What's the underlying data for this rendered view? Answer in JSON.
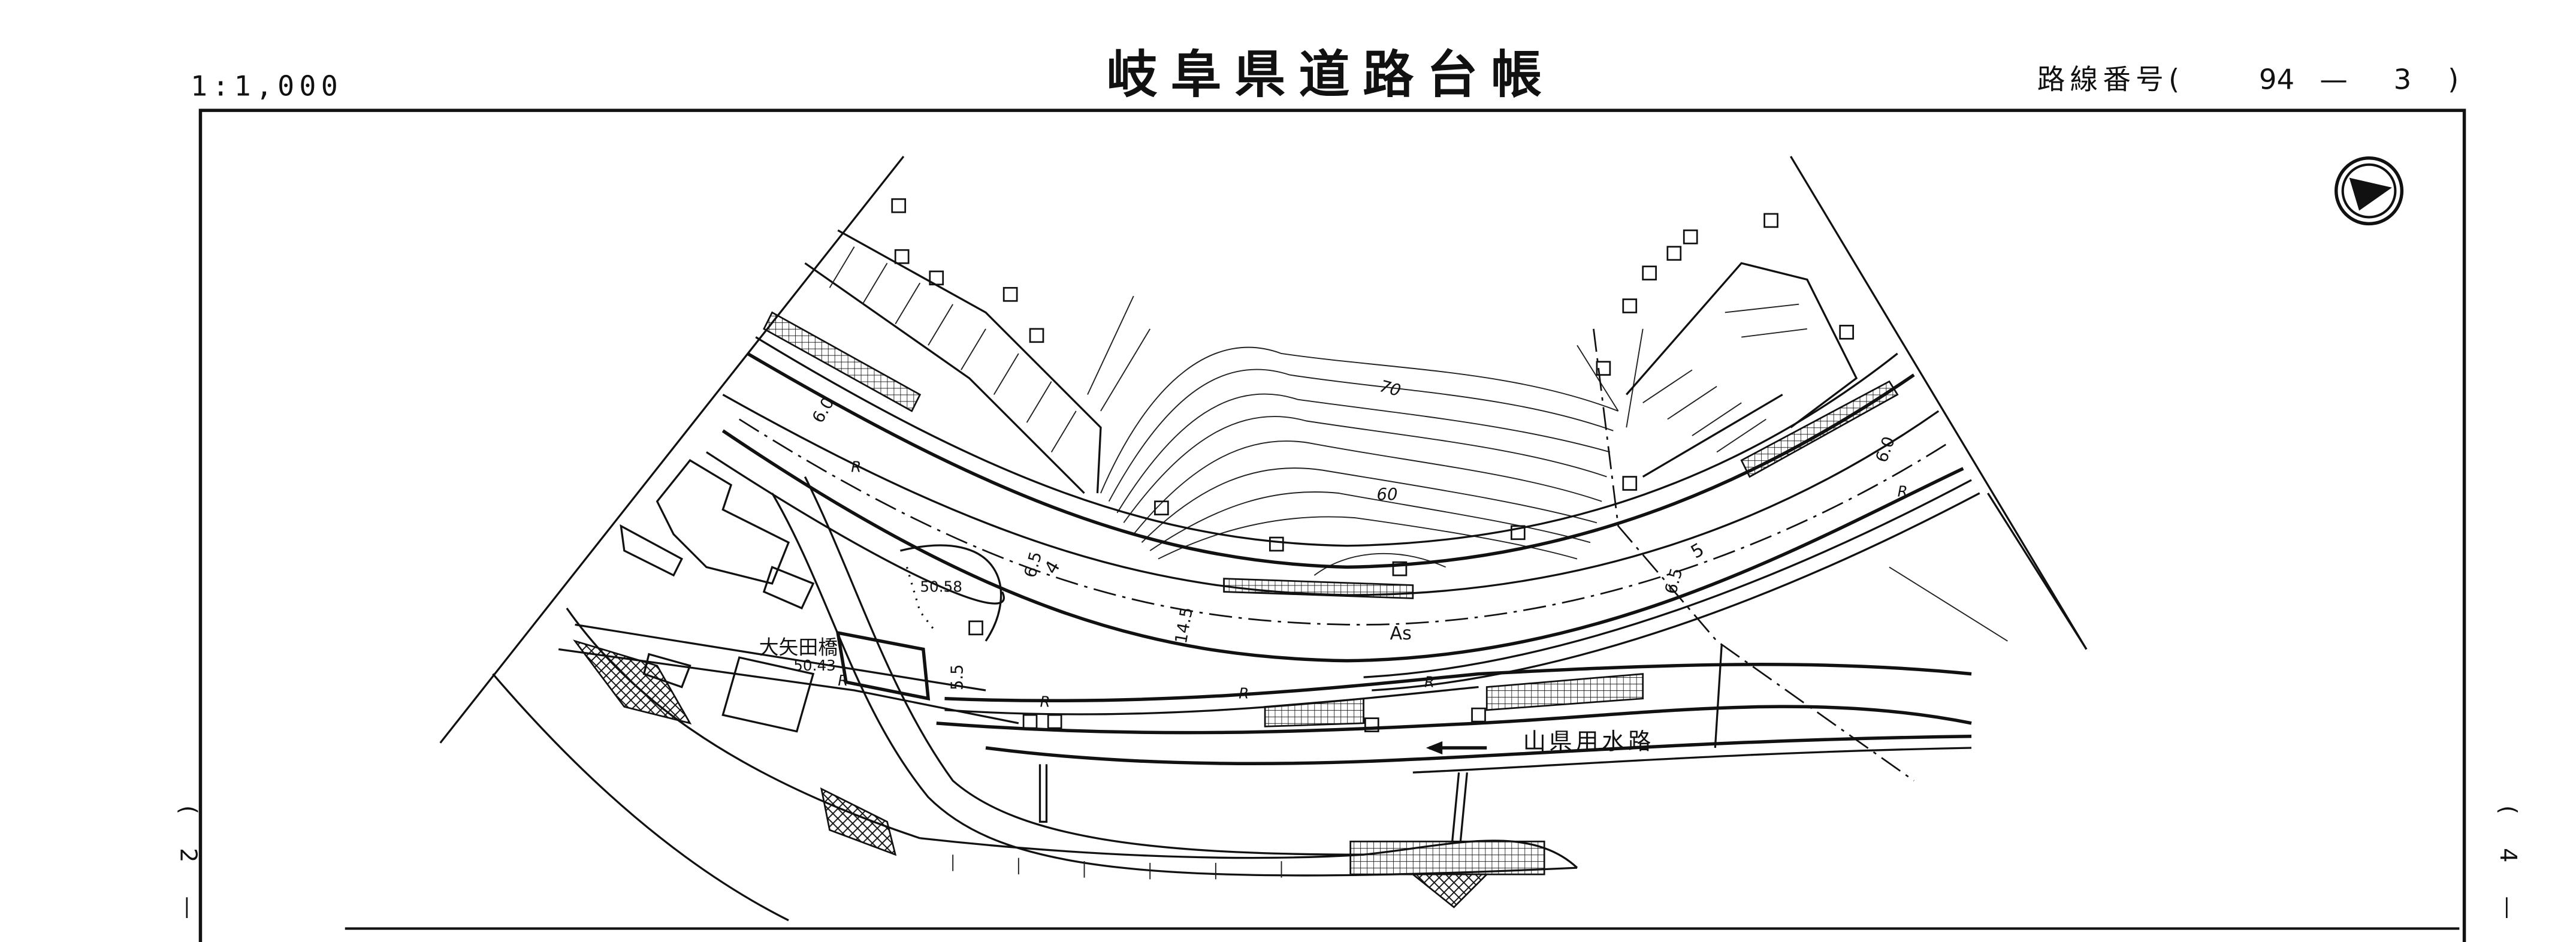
{
  "header": {
    "scale": "1:1,000",
    "title": "岐阜県道路台帳",
    "route_label": "路線番号(",
    "route_no": "94",
    "route_dash": "—",
    "route_sheet": "3",
    "route_close": ")"
  },
  "margins": {
    "left_sheet": "( 2 —",
    "right_sheet": "( 4 —"
  },
  "map": {
    "bridge_name": "大矢田橋",
    "bridge_elev": "50.43",
    "spot_elev": "50.58",
    "canal_name": "山県用水路",
    "contour_70": "70",
    "contour_60": "60",
    "surface": "As",
    "width_left_shoulder": "6.0",
    "width_right_shoulder": "6.0",
    "width_total_left": "14.5",
    "width_lane_left_a": "6.5",
    "width_lane_left_b": "4",
    "width_lane_right_a": "6.5",
    "width_lane_right_b": "5",
    "width_side_road": "5.5",
    "retaining_mark": "R"
  }
}
